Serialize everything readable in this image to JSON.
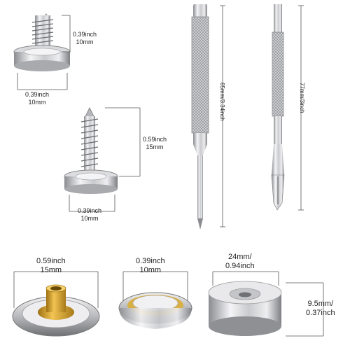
{
  "items": {
    "small_screw": {
      "height_line1": "0.39inch",
      "height_line2": "10mm",
      "width_line1": "0.39inch",
      "width_line2": "10mm"
    },
    "large_screw": {
      "height_line1": "0.59inch",
      "height_line2": "15mm",
      "width_line1": "0.39inch",
      "width_line2": "10mm"
    },
    "tool_1": {
      "length": "85mm/3.34inch"
    },
    "tool_2": {
      "length": "77mm/3inch"
    },
    "socket": {
      "width_line1": "0.59inch",
      "width_line2": "15mm"
    },
    "cap": {
      "width_line1": "0.39inch",
      "width_line2": "10mm"
    },
    "base": {
      "width_line1": "24mm/",
      "width_line2": "0.94inch",
      "height_line1": "9.5mm/",
      "height_line2": "0.37inch"
    }
  },
  "colors": {
    "metal_light": "#e8e8ea",
    "metal_dark": "#7a7c80",
    "brass": "#c89a2a",
    "line": "#555555"
  }
}
